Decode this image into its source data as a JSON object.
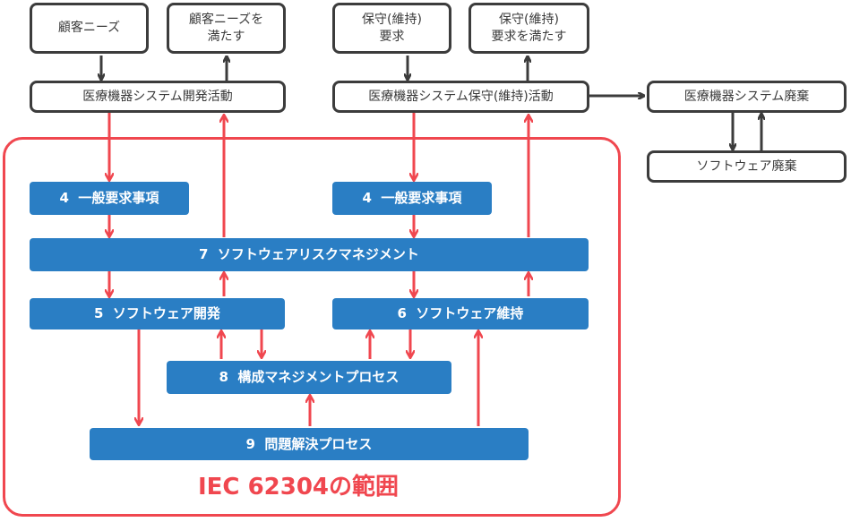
{
  "top_boxes": {
    "customer_needs": "顧客ニーズ",
    "meet_customer_needs": "顧客ニーズを\n満たす",
    "maintenance_requirements": "保守(維持)\n要求",
    "meet_maintenance_requirements": "保守(維持)\n要求を満たす"
  },
  "activities": {
    "development": "医療機器システム開発活動",
    "maintenance": "医療機器システム保守(維持)活動",
    "disposal": "医療機器システム廃棄",
    "software_disposal": "ソフトウェア廃棄"
  },
  "processes": {
    "general_requirements_left": "4  一般要求事項",
    "general_requirements_right": "4  一般要求事項",
    "risk_management": "7  ソフトウェアリスクマネジメント",
    "development": "5  ソフトウェア開発",
    "maintenance": "6  ソフトウェア維持",
    "configuration_management": "8  構成マネジメントプロセス",
    "problem_resolution": "9  問題解決プロセス"
  },
  "scope_label": "IEC 62304の範囲",
  "colors": {
    "scope_red": "#f0474f",
    "process_blue": "#2a7ec4",
    "outline_dark": "#3c3c3c"
  }
}
